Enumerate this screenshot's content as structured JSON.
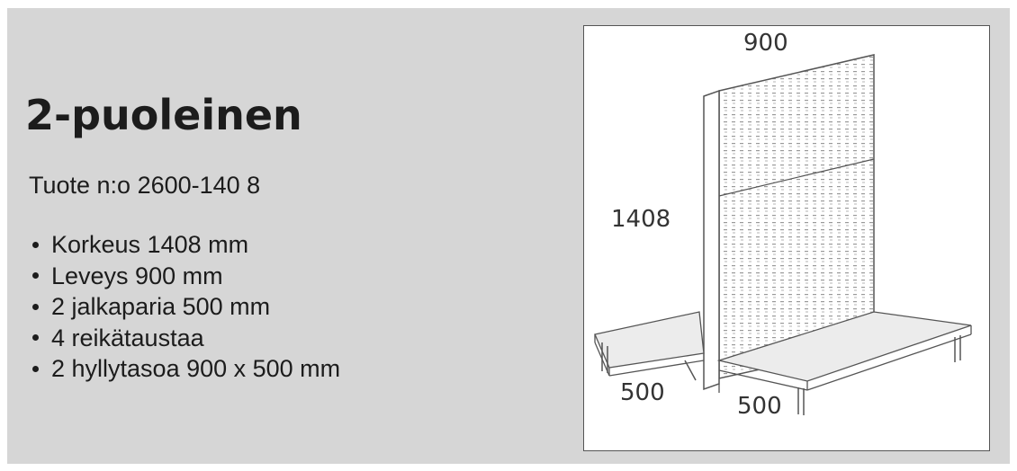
{
  "title": "2-puoleinen",
  "product_line": "Tuote n:o 2600-140 8",
  "features": [
    "Korkeus 1408 mm",
    "Leveys 900 mm",
    "2 jalkaparia 500 mm",
    "4 reikätaustaa",
    "2 hyllytasoa 900 x 500 mm"
  ],
  "drawing": {
    "width_label": "900",
    "height_label": "1408",
    "depth_left_label": "500",
    "depth_right_label": "500"
  }
}
